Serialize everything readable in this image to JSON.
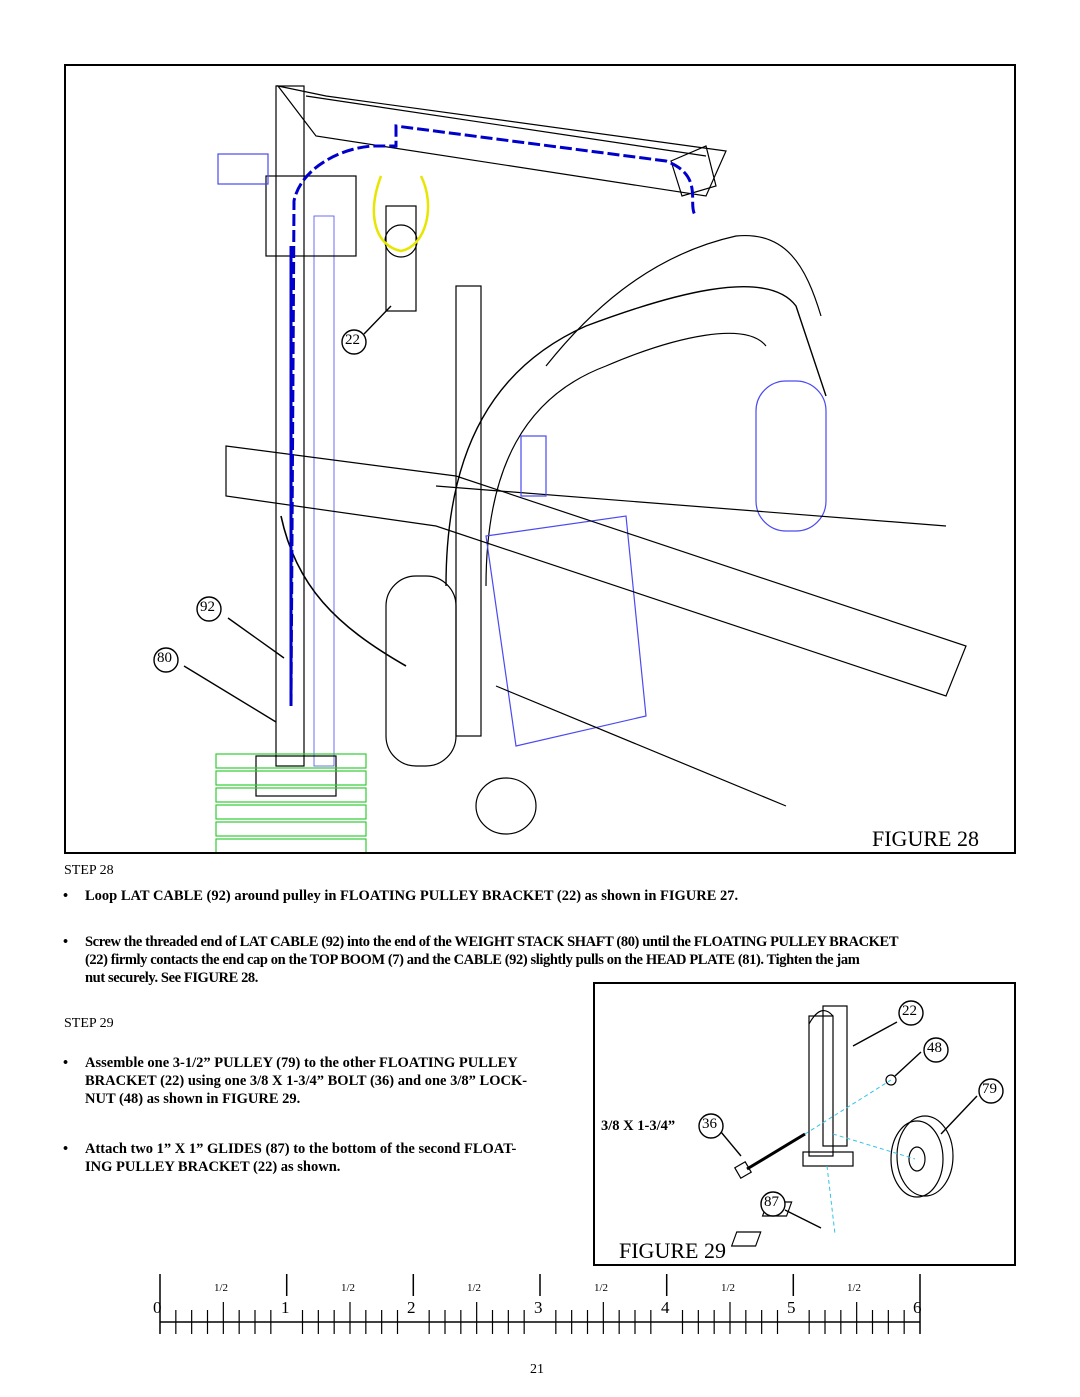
{
  "figure28": {
    "label": "FIGURE 28",
    "callouts": {
      "c22": "22",
      "c92": "92",
      "c80": "80"
    }
  },
  "step28": {
    "heading": "STEP 28",
    "bullet1": "Loop LAT CABLE (92) around pulley in FLOATING PULLEY BRACKET (22) as shown in FIGURE 27.",
    "bullet2_line1": "Screw the threaded end of LAT CABLE (92) into the end of the WEIGHT STACK SHAFT (80) until the FLOATING PULLEY BRACKET",
    "bullet2_line2": "(22) firmly contacts the end cap on the TOP BOOM (7) and the CABLE (92) slightly pulls on the HEAD PLATE (81). Tighten the jam",
    "bullet2_line3": "nut securely. See FIGURE 28."
  },
  "step29": {
    "heading": "STEP 29",
    "bullet1_line1": "Assemble one 3-1/2” PULLEY (79) to the other FLOATING PULLEY",
    "bullet1_line2": "BRACKET (22) using one 3/8 X 1-3/4” BOLT (36) and one 3/8” LOCK-",
    "bullet1_line3": "NUT (48) as shown in FIGURE 29.",
    "bullet2_line1": "Attach two 1” X 1” GLIDES (87) to the bottom of the second FLOAT-",
    "bullet2_line2": "ING PULLEY BRACKET (22) as shown."
  },
  "figure29": {
    "label": "FIGURE 29",
    "bolt_label": "3/8 X 1-3/4”",
    "callouts": {
      "c22": "22",
      "c48": "48",
      "c79": "79",
      "c36": "36",
      "c87": "87"
    }
  },
  "ruler": {
    "numbers": [
      "0",
      "1",
      "2",
      "3",
      "4",
      "5",
      "6"
    ],
    "half_label": "1/2"
  },
  "page_number": "21",
  "colors": {
    "cable": "#0000cc",
    "pulley_loop": "#e6e600",
    "stack": "#33cc33",
    "outline_blue": "#4a4af0"
  }
}
